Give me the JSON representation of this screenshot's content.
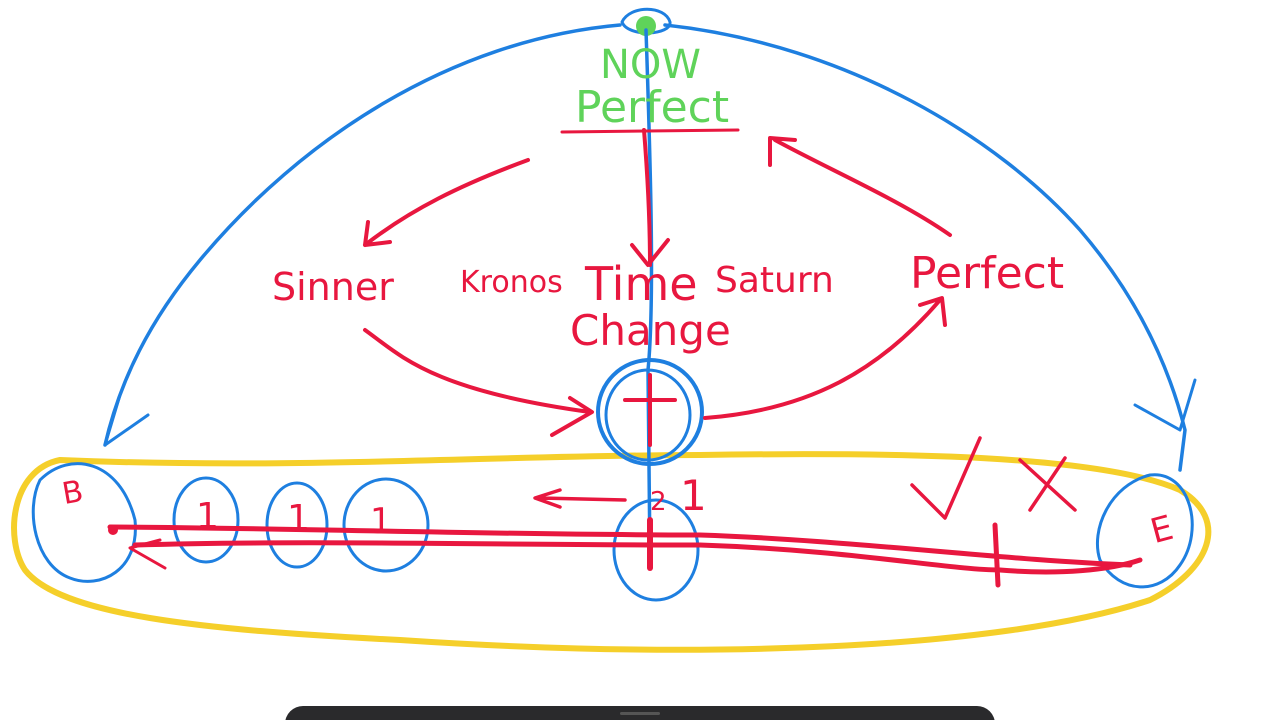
{
  "colors": {
    "red": "#e8173f",
    "blue": "#1e7fe0",
    "green": "#5fd35a",
    "yellow": "#f5cf2a"
  },
  "labels": {
    "now": "NOW",
    "top_perfect": "Perfect",
    "sinner": "Sinner",
    "kronos": "Kronos",
    "time": "Time",
    "saturn": "Saturn",
    "change": "Change",
    "right_perfect": "Perfect",
    "begin": "B",
    "end": "E",
    "mark_1a": "1",
    "mark_1b": "1",
    "mark_1c": "1",
    "mark_2": "2",
    "mark_1d": "1",
    "check": "✓",
    "cross": "✗"
  }
}
